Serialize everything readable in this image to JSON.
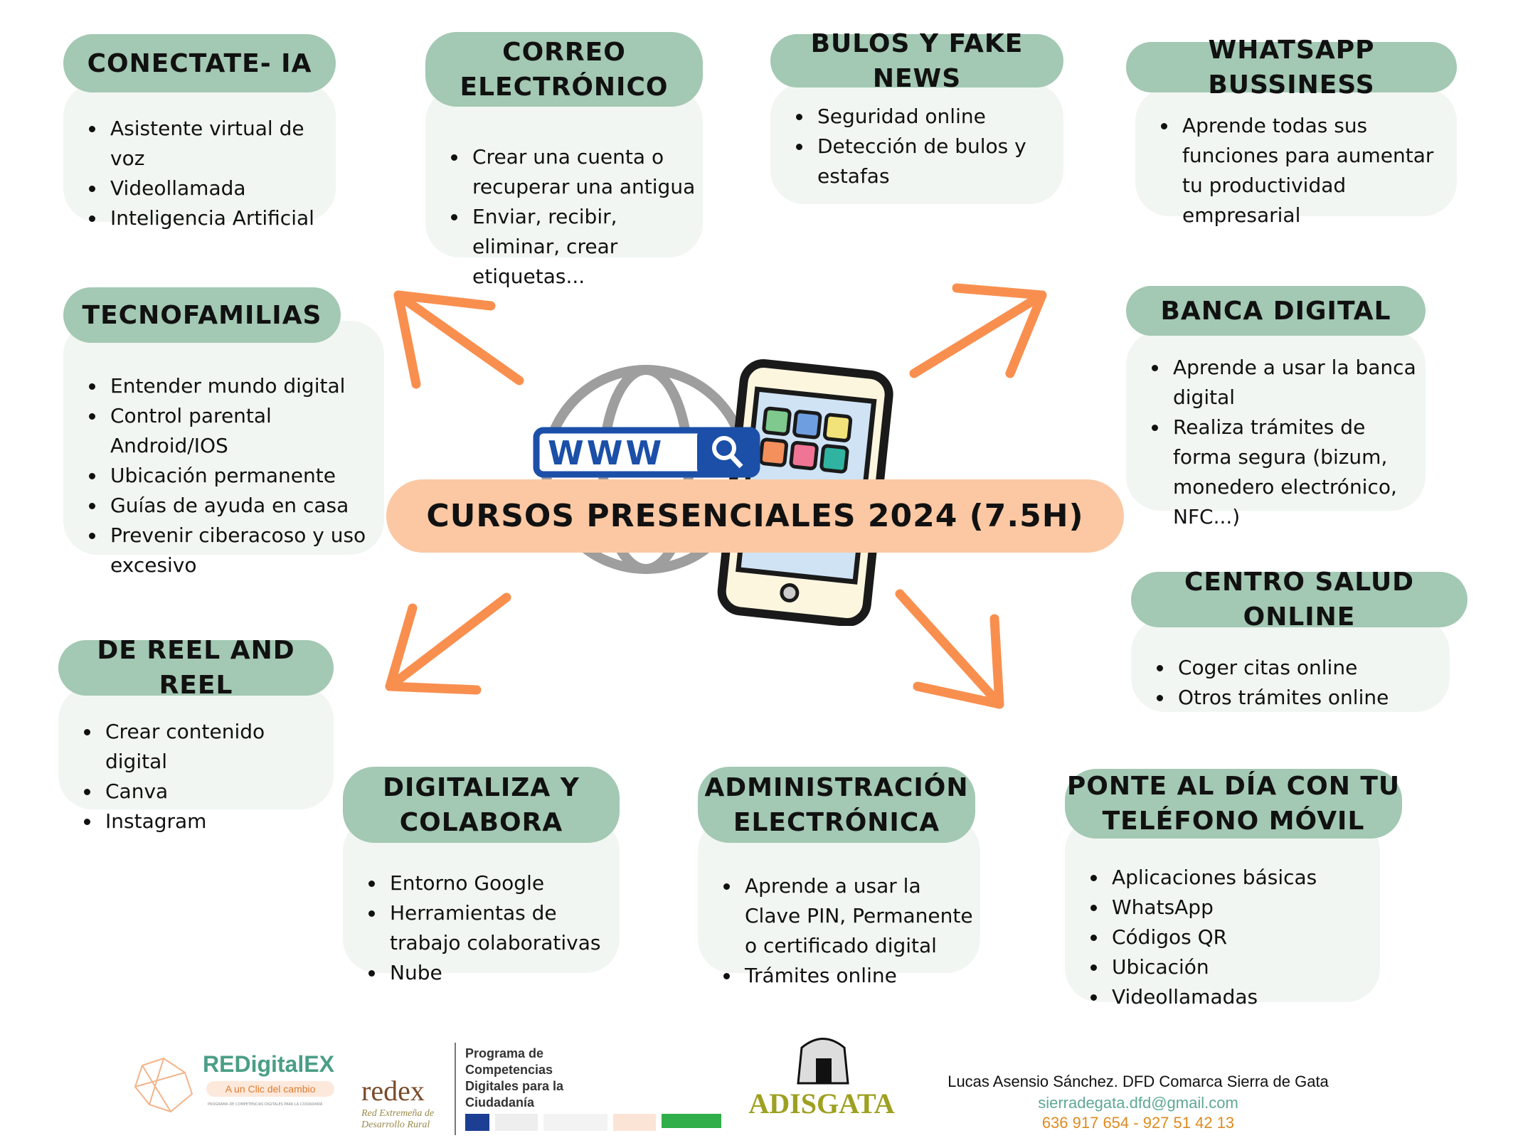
{
  "title": "CURSOS PRESENCIALES 2024 (7.5H)",
  "illustration": {
    "search_text": "WWW"
  },
  "cards": [
    {
      "title": "CONECTATE- IA",
      "items": [
        "Asistente virtual de voz",
        "Videollamada",
        "Inteligencia Artificial"
      ]
    },
    {
      "title": "CORREO ELECTRÓNICO",
      "items": [
        "Crear una cuenta o recuperar una antigua",
        "Enviar, recibir, eliminar, crear etiquetas..."
      ]
    },
    {
      "title": "BULOS Y FAKE NEWS",
      "items": [
        "Seguridad online",
        "Detección de bulos y estafas"
      ]
    },
    {
      "title": "WHATSAPP BUSSINESS",
      "items": [
        "Aprende todas sus funciones para aumentar tu productividad empresarial"
      ]
    },
    {
      "title": "TECNOFAMILIAS",
      "items": [
        "Entender mundo digital",
        "Control parental Android/IOS",
        "Ubicación permanente",
        "Guías de ayuda en casa",
        "Prevenir ciberacoso y uso excesivo"
      ]
    },
    {
      "title": "BANCA DIGITAL",
      "items": [
        "Aprende a usar la banca digital",
        "Realiza trámites de forma segura (bizum, monedero electrónico, NFC...)"
      ]
    },
    {
      "title": "CENTRO SALUD ONLINE",
      "items": [
        "Coger citas online",
        "Otros trámites online"
      ]
    },
    {
      "title": "DE REEL AND REEL",
      "items": [
        "Crear contenido digital",
        "Canva",
        "Instagram"
      ]
    },
    {
      "title": "DIGITALIZA Y COLABORA",
      "items": [
        "Entorno Google",
        "Herramientas de trabajo colaborativas",
        "Nube"
      ]
    },
    {
      "title": "ADMINISTRACIÓN ELECTRÓNICA",
      "items": [
        "Aprende a usar la Clave PIN, Permanente o certificado digital",
        "Trámites online"
      ]
    },
    {
      "title": "PONTE AL DÍA CON TU TELÉFONO MÓVIL",
      "items": [
        "Aplicaciones básicas",
        "WhatsApp",
        "Códigos QR",
        "Ubicación",
        "Videollamadas"
      ]
    }
  ],
  "footer": {
    "logos": {
      "redigitalex": "REDigitalEX",
      "redigitalex_tagline": "A un Clic del cambio",
      "redigitalex_sub": "PROGRAMA DE COMPETENCIAS DIGITALES PARA LA CIUDADANÍA",
      "redex": "redex",
      "redex_sub": "Red Extremeña de Desarrollo Rural",
      "programa": "Programa de Competencias Digitales para la Ciudadanía",
      "adisgata": "ADISGATA"
    },
    "contact_name": "Lucas Asensio Sánchez. DFD Comarca Sierra de Gata",
    "email": "sierradegata.dfd@gmail.com",
    "phones": "636 917 654 - 927 51 42 13"
  },
  "colors": {
    "header": "#a3c8b3",
    "body": "#f1f6f2",
    "banner": "#fbc8a3",
    "arrow": "#f98f4f"
  }
}
